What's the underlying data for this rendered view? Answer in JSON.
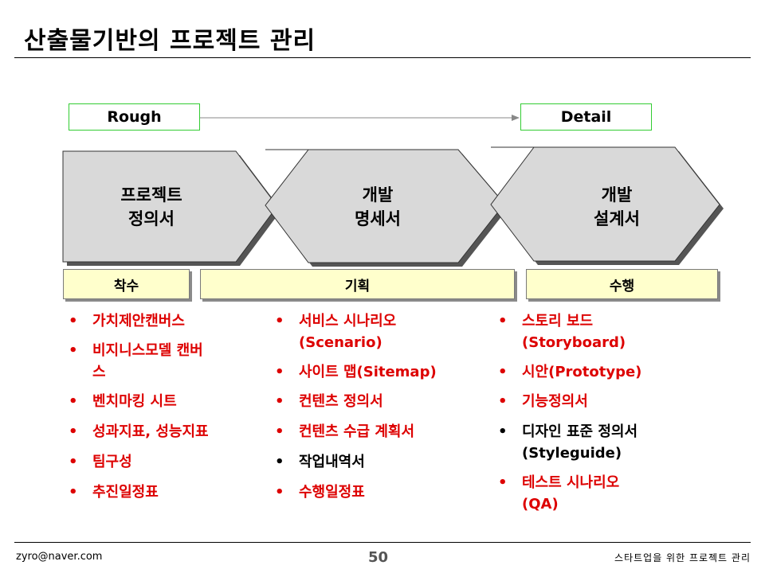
{
  "title": "산출물기반의 프로젝트 관리",
  "scale": {
    "start": "Rough",
    "end": "Detail"
  },
  "stages": [
    {
      "line1": "프로젝트",
      "line2": "정의서"
    },
    {
      "line1": "개발",
      "line2": "명세서"
    },
    {
      "line1": "개발",
      "line2": "설계서"
    }
  ],
  "phases": [
    "착수",
    "기획",
    "수행"
  ],
  "columns": [
    {
      "items": [
        {
          "text": "가치제안캔버스",
          "color": "red"
        },
        {
          "text": "비지니스모델 캔버스",
          "color": "red"
        },
        {
          "text": "벤치마킹 시트",
          "color": "red"
        },
        {
          "text": "성과지표, 성능지표",
          "color": "red"
        },
        {
          "text": "팀구성",
          "color": "red"
        },
        {
          "text": "추진일정표",
          "color": "red"
        }
      ]
    },
    {
      "items": [
        {
          "text": "서비스 시나리오(Scenario)",
          "color": "red"
        },
        {
          "text": "사이트 맵(Sitemap)",
          "color": "red"
        },
        {
          "text": "컨텐츠 정의서",
          "color": "red"
        },
        {
          "text": "컨텐츠 수급 계획서",
          "color": "red"
        },
        {
          "text": "작업내역서",
          "color": "black"
        },
        {
          "text": "수행일정표",
          "color": "red"
        }
      ]
    },
    {
      "items": [
        {
          "text": "스토리 보드(Storyboard)",
          "color": "red"
        },
        {
          "text": "시안(Prototype)",
          "color": "red"
        },
        {
          "text": "기능정의서",
          "color": "red"
        },
        {
          "text": "디자인 표준 정의서(Styleguide)",
          "color": "black"
        },
        {
          "text": "테스트 시나리오(QA)",
          "color": "red"
        }
      ]
    }
  ],
  "colors": {
    "red": "#dd0000",
    "tag_border": "#33cc33",
    "phase_fill": "#ffffcc",
    "arrow_fill": "#d9d9d9"
  },
  "footer": {
    "email": "zyro@naver.com",
    "page": "50",
    "right": "스타트업을 위한 프로젝트 관리"
  }
}
